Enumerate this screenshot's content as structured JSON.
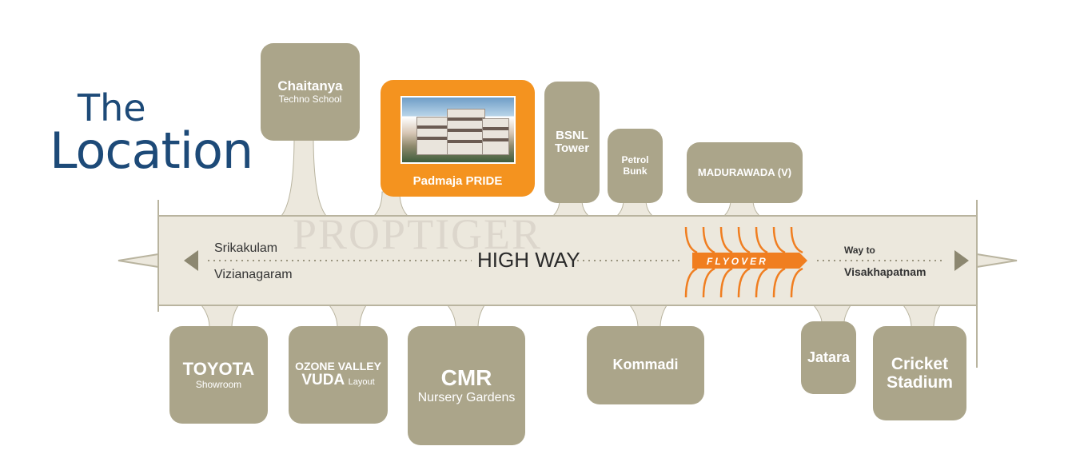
{
  "title": {
    "line1": "The",
    "line2": "Location"
  },
  "watermark": "PROPTIGER",
  "highway": {
    "label": "HIGH WAY",
    "west_line1": "Srikakulam",
    "west_line2": "Vizianagaram",
    "east_line1": "Way to",
    "east_line2": "Visakhapatnam",
    "flyover": "FLYOVER"
  },
  "landmarks_north": {
    "chaitanya": {
      "name": "Chaitanya",
      "sub": "Techno School"
    },
    "padmaja": {
      "name": "Padmaja PRIDE"
    },
    "bsnl": {
      "line1": "BSNL",
      "line2": "Tower"
    },
    "petrol": {
      "line1": "Petrol",
      "line2": "Bunk"
    },
    "madurawada": {
      "name": "MADURAWADA (V)"
    }
  },
  "landmarks_south": {
    "toyota": {
      "name": "TOYOTA",
      "sub": "Showroom"
    },
    "ozone": {
      "line1": "OZONE VALLEY",
      "line2": "VUDA",
      "sub": "Layout"
    },
    "cmr": {
      "name": "CMR",
      "sub": "Nursery Gardens"
    },
    "kommadi": {
      "name": "Kommadi"
    },
    "jatara": {
      "name": "Jatara"
    },
    "cricket": {
      "line1": "Cricket",
      "line2": "Stadium"
    }
  },
  "colors": {
    "box": "#aba58a",
    "highlight": "#f4931f",
    "road": "#ece8dd",
    "title": "#1d4a78",
    "flyover": "#f07e20"
  }
}
